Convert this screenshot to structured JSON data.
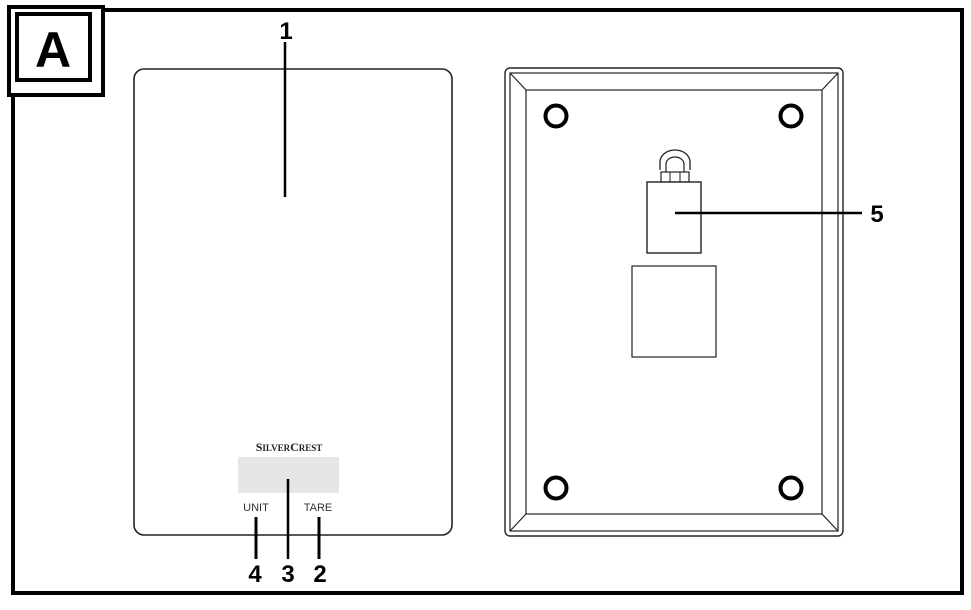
{
  "figure": {
    "panel_label": "A",
    "callouts": {
      "c1": "1",
      "c2": "2",
      "c3": "3",
      "c4": "4",
      "c5": "5"
    },
    "front": {
      "brand_first": "S",
      "brand_rest_1": "ILVER",
      "brand_second": "C",
      "brand_rest_2": "REST",
      "unit_label": "UNIT",
      "tare_label": "TARE",
      "display_color": "#e6e6e6"
    }
  }
}
